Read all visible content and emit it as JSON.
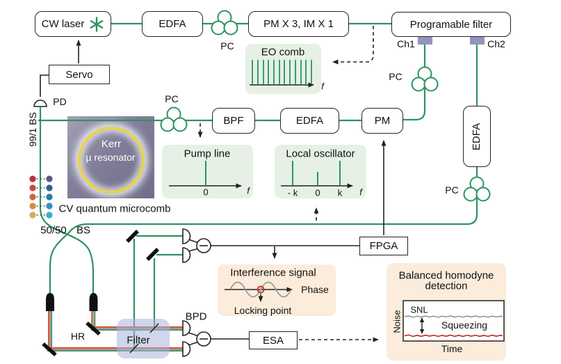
{
  "boxes": {
    "cw_laser": "CW laser",
    "edfa_top": "EDFA",
    "pm_im": "PM X 3, IM X 1",
    "prog_filter": "Programable filter",
    "servo": "Servo",
    "bpf": "BPF",
    "edfa_mid": "EDFA",
    "pm": "PM",
    "edfa_right": "EDFA",
    "fpga": "FPGA",
    "esa": "ESA"
  },
  "labels": {
    "pc_top": "PC",
    "ch1": "Ch1",
    "ch2": "Ch2",
    "pd": "PD",
    "bs_99_1": "99/1 BS",
    "pc_mid": "PC",
    "pc_ch1": "PC",
    "pc_right": "PC",
    "kerr_line1": "Kerr",
    "kerr_line2": "µ resonator",
    "cv_microcomb": "CV quantum microcomb",
    "bs_50_50": "50/50",
    "bs": "BS",
    "hr": "HR",
    "filter": "Filter",
    "bpd": "BPD"
  },
  "insets": {
    "eo_comb": {
      "title": "EO comb",
      "axis_label": "f"
    },
    "pump_line": {
      "title": "Pump line",
      "tick_zero": "0",
      "axis_label": "f"
    },
    "local_oscillator": {
      "title": "Local oscillator",
      "tick_minus_k": "- k",
      "tick_zero": "0",
      "tick_k": "k",
      "axis_label": "f"
    },
    "interference": {
      "title": "Interference signal",
      "axis_label": "Phase",
      "annotation": "Locking point"
    },
    "bhd": {
      "title_line1": "Balanced homodyne",
      "title_line2": "detection",
      "y_axis": "Noise",
      "x_axis": "Time",
      "trace_top": "SNL",
      "annotation": "Squeezing"
    }
  },
  "colors": {
    "fiber_green": "#2e9263",
    "inset_green_bg": "#e6f0e5",
    "inset_peach_bg": "#fbecdb",
    "filter_fill": "#aab4da",
    "squeezing_trace_red": "#c03030",
    "snl_trace_gray": "#7a7a7a",
    "resonator_ring_yellow": "#e8d44c",
    "connector_square": "#9295bb"
  },
  "comb_mode_pairs": {
    "signal_dot_colors": [
      "#b73148",
      "#c84a3e",
      "#d2603b",
      "#d88a40",
      "#d9a95e"
    ],
    "idler_dot_colors": [
      "#585a86",
      "#30608f",
      "#2a7aa4",
      "#2f93bd",
      "#3aacc4"
    ]
  }
}
